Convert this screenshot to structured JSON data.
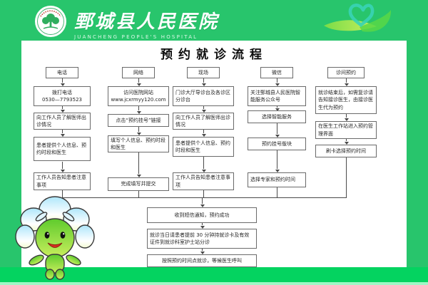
{
  "header": {
    "hospital_name": "鄄城县人民医院",
    "hospital_name_en": "JUANCHENG PEOPLE'S HOSPITAL"
  },
  "title": "预约就诊流程",
  "colors": {
    "frame_green": "#28c56c",
    "strip_green": "#04d360",
    "heart_teal": "#38d2b4",
    "box_border": "#6a6a6a"
  },
  "flowchart": {
    "columns": [
      {
        "header": "电话",
        "steps": [
          "拨打电话\n0530—7793523",
          "向工作人员了解医师出诊情况",
          "患者提供个人信息、预约时段和医生",
          "工作人员告知患者注意事项"
        ]
      },
      {
        "header": "网络",
        "steps": [
          "访问医院网站\nwww.jcxrmyy120.com",
          "点击“预约挂号”链接",
          "填写个人信息、预约时段和医生",
          "完成填写并提交"
        ]
      },
      {
        "header": "现场",
        "steps": [
          "门诊大厅导诊台及各诊区分诊台",
          "向工作人员了解医师出诊情况",
          "患者提供个人信息、预约时段和医生",
          "工作人员告知患者注意事项"
        ]
      },
      {
        "header": "微信",
        "steps": [
          "关注鄄城县人民医院智能服务公众号",
          "选择智能服务",
          "预约挂号版块",
          "选择专家和预约时间"
        ]
      },
      {
        "header": "诊间预约",
        "steps": [
          "就诊结束后，如需复诊请告知接诊医生，由接诊医生代为预约",
          "在医生工作站进入预约管理界面",
          "刷卡选择预约时间"
        ]
      }
    ],
    "merged_steps": [
      "收到短信通知，预约成功",
      "就诊当日请患者提前 30 分钟持就诊卡及有效证件到就诊科室护士站分诊",
      "按照预约时间点就诊，等候医生呼叫"
    ]
  }
}
